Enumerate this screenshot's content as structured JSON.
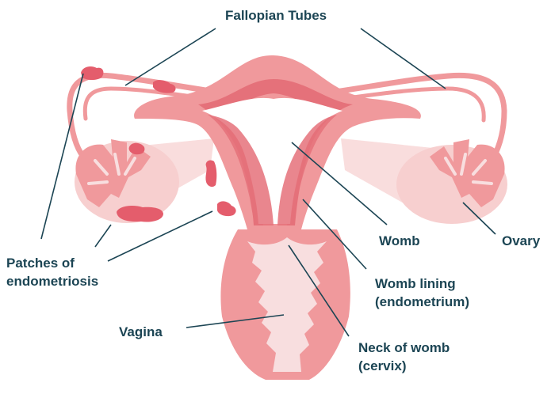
{
  "colors": {
    "label_text": "#1c4554",
    "leader_line": "#1c4554",
    "uterus_light": "#f0999c",
    "uterus_dark": "#e5717a",
    "vagina_fill": "#f8dedf",
    "ovary_fill": "#f7cfcf",
    "endometriosis_patch": "#e45d6c",
    "tube_outline": "#f0999c"
  },
  "labels": {
    "fallopian_tubes": "Fallopian Tubes",
    "womb": "Womb",
    "ovary": "Ovary",
    "patches": [
      "Patches of",
      "endometriosis"
    ],
    "womb_lining": [
      "Womb lining",
      "(endometrium)"
    ],
    "vagina": "Vagina",
    "neck_of_womb": [
      "Neck of womb",
      "(cervix)"
    ]
  }
}
